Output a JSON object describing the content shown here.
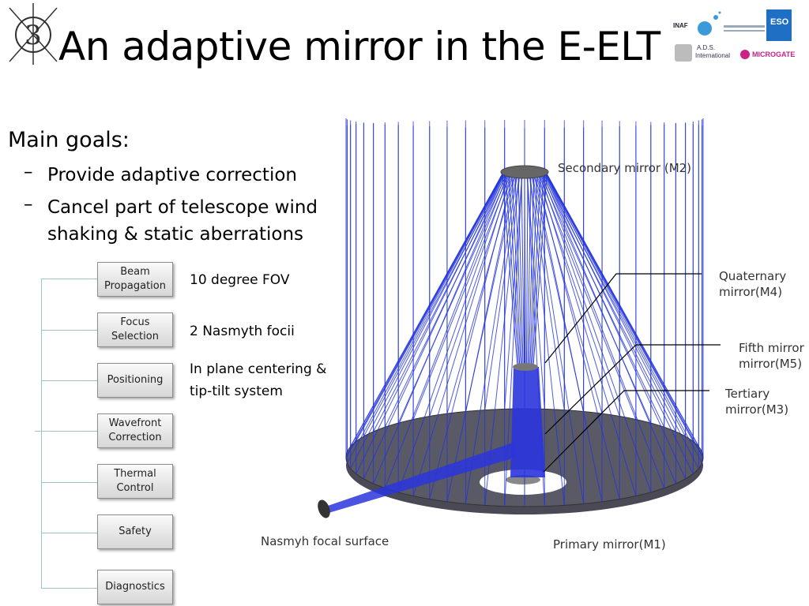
{
  "title": "An adaptive mirror in the E-ELT",
  "logos": {
    "left": {
      "icon": "adaptive-optics-logo",
      "glyph": "3"
    },
    "inaf": "INAF",
    "ads": {
      "line1": "A.D.S.",
      "line2": "International"
    },
    "microgate": "MICROGATE",
    "eso": "ESO"
  },
  "main_goals": {
    "heading": "Main goals:",
    "bullets": [
      {
        "dash": "–",
        "text": "Provide adaptive correction"
      },
      {
        "dash": "–",
        "text": "Cancel part of telescope wind shaking & static aberrations"
      }
    ]
  },
  "functions": [
    {
      "label": "Beam\nPropagation"
    },
    {
      "label": "Focus\nSelection"
    },
    {
      "label": "Positioning"
    },
    {
      "label": "Wavefront\nCorrection"
    },
    {
      "label": "Thermal\nControl"
    },
    {
      "label": "Safety"
    },
    {
      "label": "Diagnostics"
    }
  ],
  "notes": {
    "fov": "10 degree FOV",
    "focii": "2 Nasmyth focii",
    "centering": "In plane centering &\ntip-tilt system"
  },
  "diagram_labels": {
    "m2": "Secondary mirror (M2)",
    "m4": "Quaternary\nmirror(M4)",
    "m5": "Fifth mirror\nmirror(M5)",
    "m3": "Tertiary\nmirror(M3)",
    "nasmyth": "Nasmyh focal surface",
    "m1": "Primary mirror(M1)"
  },
  "colors": {
    "rays": "#2233dd",
    "dish": "#4e4e5a",
    "tree": "#9fc4c8",
    "microgate": "#cc2288"
  }
}
